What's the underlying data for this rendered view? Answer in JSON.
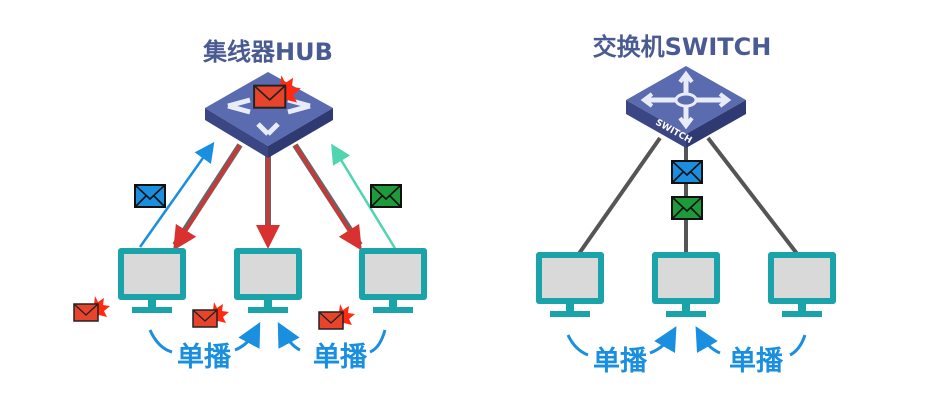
{
  "hub_panel": {
    "title": "集线器HUB",
    "unicast_labels": [
      "单播",
      "单播"
    ]
  },
  "switch_panel": {
    "title": "交换机SWITCH",
    "device_label": "SWITCH",
    "unicast_labels": [
      "单播",
      "单播"
    ]
  },
  "colors": {
    "title": "#4a5a93",
    "device": "#4a5a9e",
    "monitor": "#1aa3a8",
    "red_arrow": "#d93030",
    "blue": "#1a8fe0",
    "green": "#1e9a3a",
    "teal_arrow": "#4fd6b0"
  }
}
